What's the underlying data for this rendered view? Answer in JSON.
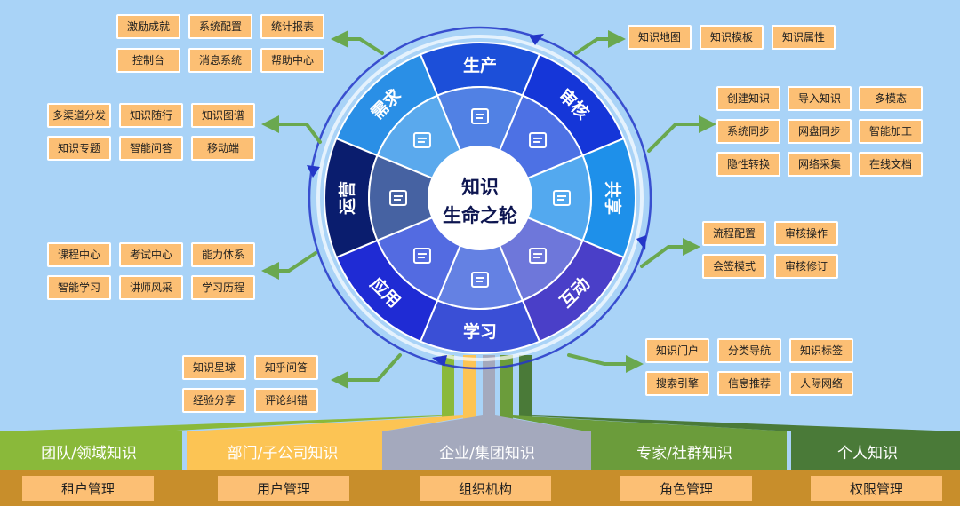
{
  "center": {
    "line1": "知识",
    "line2": "生命之轮"
  },
  "wheel_segments": [
    {
      "label": "需求",
      "color": "#2a8fe6"
    },
    {
      "label": "生产",
      "color": "#1c4fd9"
    },
    {
      "label": "审核",
      "color": "#1536d8"
    },
    {
      "label": "共享",
      "color": "#1e90ea"
    },
    {
      "label": "互动",
      "color": "#4a3fc8"
    },
    {
      "label": "学习",
      "color": "#3a4fd6"
    },
    {
      "label": "应用",
      "color": "#1f2bd4"
    },
    {
      "label": "运营",
      "color": "#0a1d6e"
    }
  ],
  "groups": {
    "top_left": [
      "激励成就",
      "系统配置",
      "统计报表",
      "控制台",
      "消息系统",
      "帮助中心"
    ],
    "left_top": [
      "多渠道分发",
      "知识随行",
      "知识图谱",
      "知识专题",
      "智能问答",
      "移动端"
    ],
    "left_bottom": [
      "课程中心",
      "考试中心",
      "能力体系",
      "智能学习",
      "讲师风采",
      "学习历程"
    ],
    "bottom_left": [
      "知识星球",
      "知乎问答",
      "经验分享",
      "评论纠错"
    ],
    "top_right": [
      "知识地图",
      "知识模板",
      "知识属性"
    ],
    "right_top": [
      "创建知识",
      "导入知识",
      "多模态",
      "系统同步",
      "网盘同步",
      "智能加工",
      "隐性转换",
      "网络采集",
      "在线文档"
    ],
    "right_middle": [
      "流程配置",
      "审核操作",
      "会签模式",
      "审核修订"
    ],
    "right_bottom": [
      "知识门户",
      "分类导航",
      "知识标签",
      "搜索引擎",
      "信息推荐",
      "人际网络"
    ]
  },
  "tiers": [
    {
      "label": "团队/领域知识",
      "color": "#8ab93a"
    },
    {
      "label": "部门/子公司知识",
      "color": "#fcc454"
    },
    {
      "label": "企业/集团知识",
      "color": "#a4a9bd"
    },
    {
      "label": "专家/社群知识",
      "color": "#6b9c3b"
    },
    {
      "label": "个人知识",
      "color": "#4a7a38"
    }
  ],
  "management": [
    "租户管理",
    "用户管理",
    "组织机构",
    "角色管理",
    "权限管理"
  ],
  "colors": {
    "tag_fill": "#fcbf74",
    "arrow_green": "#6aa84f",
    "foundation": "#c88e2b"
  }
}
